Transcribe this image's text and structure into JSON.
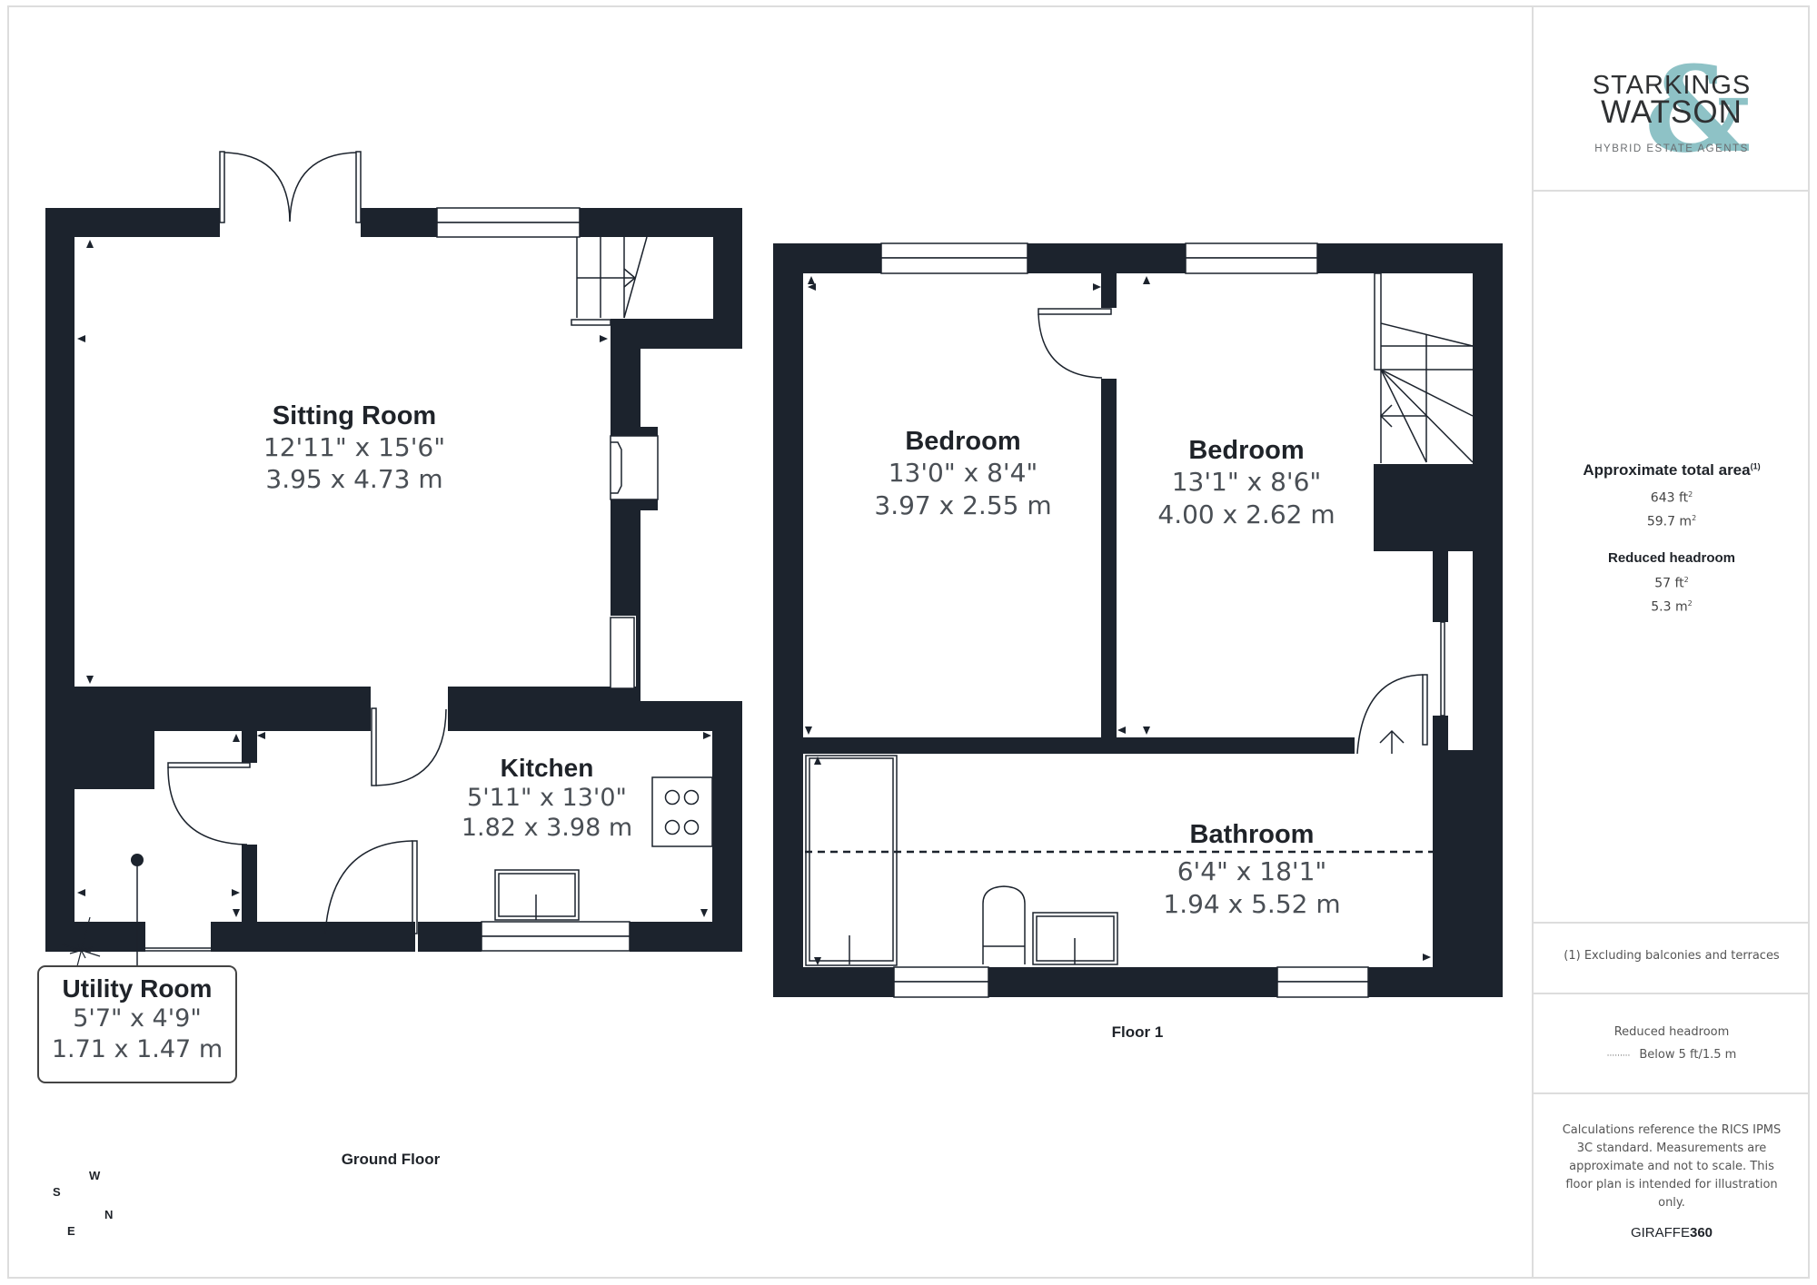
{
  "branding": {
    "line1": "STARKINGS",
    "line2": "WATSON",
    "ampersand": "&",
    "tagline": "HYBRID ESTATE AGENTS",
    "accent_color": "#8ec2c6"
  },
  "summary": {
    "total_area_title": "Approximate total area",
    "total_area_footnote": "(1)",
    "total_area_ft": "643 ft",
    "total_area_m": "59.7 m",
    "reduced_headroom_title": "Reduced headroom",
    "reduced_headroom_ft": "57 ft",
    "reduced_headroom_m": "5.3 m",
    "unit_sup": "2"
  },
  "footnote": "(1) Excluding balconies and terraces",
  "legend": {
    "title": "Reduced headroom",
    "symbol": "·········",
    "label": "Below 5 ft/1.5 m"
  },
  "disclaimer": "Calculations reference the RICS IPMS 3C standard. Measurements are approximate and not to scale. This floor plan is intended for illustration only.",
  "credit": {
    "brand": "GIRAFFE",
    "number": "360"
  },
  "colors": {
    "wall": "#1c232d",
    "text_dark": "#1f2329",
    "text_dim": "#4a4f55",
    "border": "#dddddd"
  },
  "floors": [
    {
      "name": "Ground Floor",
      "rooms": [
        {
          "name": "Sitting Room",
          "imperial": "12'11\" x 15'6\"",
          "metric": "3.95 x 4.73 m"
        },
        {
          "name": "Kitchen",
          "imperial": "5'11\" x 13'0\"",
          "metric": "1.82 x 3.98 m"
        },
        {
          "name": "Utility Room",
          "imperial": "5'7\" x 4'9\"",
          "metric": "1.71 x 1.47 m"
        }
      ]
    },
    {
      "name": "Floor 1",
      "rooms": [
        {
          "name": "Bedroom",
          "imperial": "13'0\" x 8'4\"",
          "metric": "3.97 x 2.55 m"
        },
        {
          "name": "Bedroom",
          "imperial": "13'1\" x 8'6\"",
          "metric": "4.00 x 2.62 m"
        },
        {
          "name": "Bathroom",
          "imperial": "6'4\" x 18'1\"",
          "metric": "1.94 x 5.52 m"
        }
      ]
    }
  ],
  "compass": {
    "w": "W",
    "s": "S",
    "n": "N",
    "e": "E"
  }
}
